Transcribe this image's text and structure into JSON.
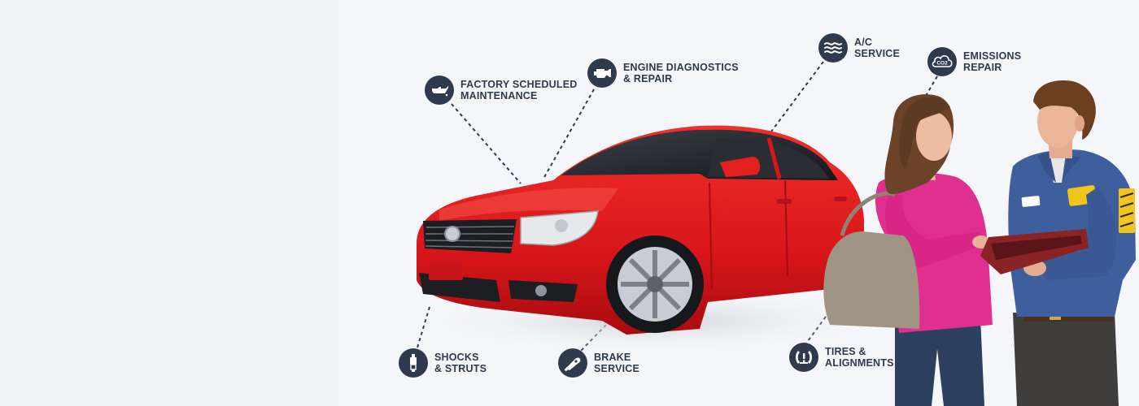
{
  "services": [
    {
      "id": "factory",
      "label": "FACTORY SCHEDULED\nMAINTENANCE",
      "icon": "oil-can-icon"
    },
    {
      "id": "engine",
      "label": "ENGINE DIAGNOSTICS\n& REPAIR",
      "icon": "check-engine-icon"
    },
    {
      "id": "ac",
      "label": "A/C\nSERVICE",
      "icon": "air-waves-icon"
    },
    {
      "id": "emissions",
      "label": "EMISSIONS\nREPAIR",
      "icon": "co2-cloud-icon",
      "icon_text": "CO2"
    },
    {
      "id": "shocks",
      "label": "SHOCKS\n& STRUTS",
      "icon": "shock-absorber-icon"
    },
    {
      "id": "brake",
      "label": "BRAKE\nSERVICE",
      "icon": "brake-pad-icon"
    },
    {
      "id": "tires",
      "label": "TIRES &\nALIGNMENTS",
      "icon": "tire-pressure-icon"
    }
  ],
  "colors": {
    "icon_bg": "#2f3a4c",
    "car_red": "#e11b1b",
    "shirt_pink": "#e0308f",
    "uniform_blue": "#3f5f9c"
  }
}
